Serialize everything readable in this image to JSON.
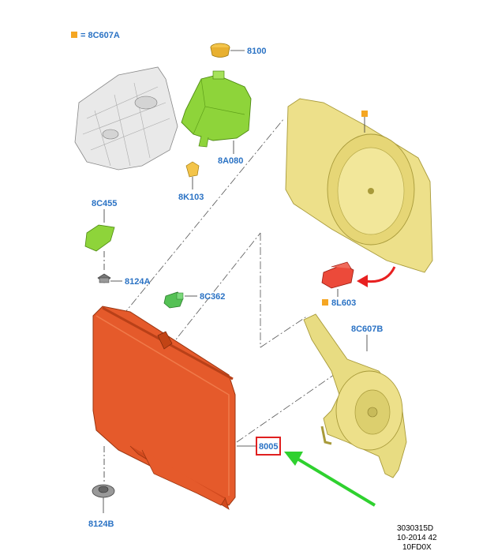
{
  "legend": {
    "marker_color": "#f5a623",
    "text": "= 8C607A"
  },
  "callouts": {
    "cap": "8100",
    "reservoir": "8A080",
    "bracket": "8K103",
    "upper_support": "8C455",
    "upper_mount": "8124A",
    "outlet": "8C362",
    "resistor": "8L603",
    "fan_motor": "8C607B",
    "radiator": "8005",
    "lower_mount": "8124B"
  },
  "footer": {
    "line1": "3030315D",
    "line2": "10-2014 42",
    "line3": "10FD0X"
  },
  "colors": {
    "callout": "#2a72c4",
    "radiator": "#e55a2b",
    "reservoir": "#8ed43a",
    "shroud": "#ede08a",
    "fan": "#e8dc82",
    "resistor": "#ec4a3a",
    "highlight_box": "#e02020",
    "pointer_arrow": "#2fd12f",
    "rotate_arrow": "#e82020"
  }
}
